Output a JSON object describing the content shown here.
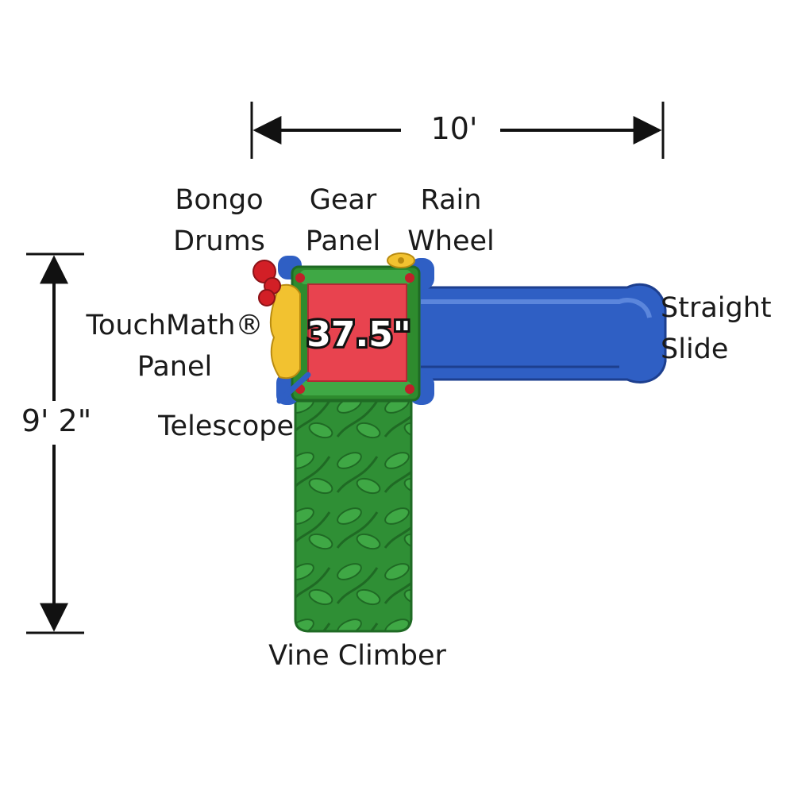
{
  "dimensions": {
    "width": "10'",
    "depth": "9' 2\""
  },
  "deck": {
    "height": "37.5\""
  },
  "components": {
    "bongo_drums": [
      "Bongo",
      "Drums"
    ],
    "gear_panel": [
      "Gear",
      "Panel"
    ],
    "rain_wheel": [
      "Rain",
      "Wheel"
    ],
    "touchmath_panel": [
      "TouchMath®",
      "Panel"
    ],
    "telescope": "Telescope",
    "straight_slide": [
      "Straight",
      "Slide"
    ],
    "vine_climber": "Vine Climber"
  },
  "colors": {
    "deck_red": "#e8434f",
    "frame_green": "#2e8b2e",
    "climber_green": "#2f8f35",
    "slide_blue": "#2f5fc4",
    "panel_yellow": "#f2c230",
    "bongo_red": "#d21f26",
    "dimension_line": "#111111"
  }
}
